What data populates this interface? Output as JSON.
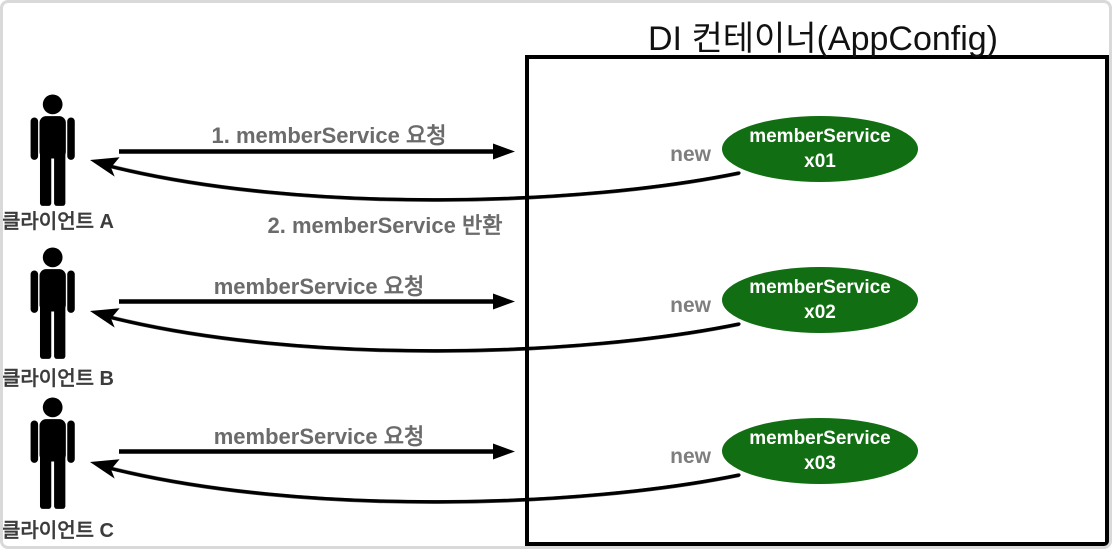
{
  "title": "DI 컨테이너(AppConfig)",
  "rows": [
    {
      "client_label": "클라이언트 A",
      "request_label": "1. memberService 요청",
      "return_label": "2. memberService 반환",
      "new_label": "new",
      "service_name": "memberService",
      "service_instance": "x01"
    },
    {
      "client_label": "클라이언트 B",
      "request_label": "memberService 요청",
      "new_label": "new",
      "service_name": "memberService",
      "service_instance": "x02"
    },
    {
      "client_label": "클라이언트 C",
      "request_label": "memberService 요청",
      "new_label": "new",
      "service_name": "memberService",
      "service_instance": "x03"
    }
  ],
  "colors": {
    "service-fill": "#126e12",
    "service-text": "#ffffff",
    "label-gray": "#6b6b6b",
    "new-gray": "#7e7e7e",
    "client-text": "#3c3c3c",
    "line-black": "#000000",
    "frame-border": "#d9d9d9"
  }
}
